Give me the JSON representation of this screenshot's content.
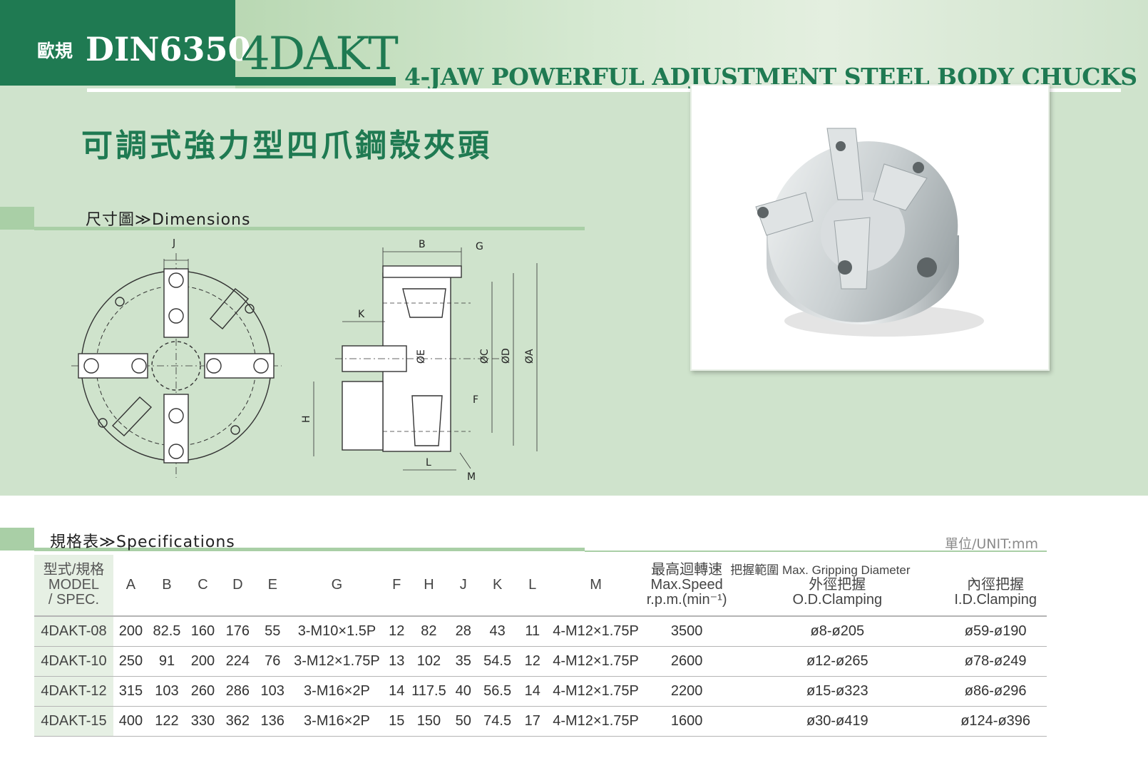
{
  "header": {
    "brand_cn": "歐規",
    "brand_din": "DIN6350",
    "model": "4DAKT",
    "subtitle_en": "4-JAW POWERFUL ADJUSTMENT STEEL BODY CHUCKS",
    "title_cn": "可調式強力型四爪鋼殼夾頭"
  },
  "dimensions_section": {
    "label": "尺寸圖≫Dimensions",
    "drawing_labels": [
      "J",
      "B",
      "G",
      "K",
      "ØE",
      "ØC",
      "ØD",
      "ØA",
      "F",
      "H",
      "L",
      "M"
    ]
  },
  "photo": {
    "icon": "chuck-photo-icon"
  },
  "specifications_section": {
    "label": "規格表≫Specifications",
    "unit": "單位/UNIT:mm"
  },
  "table": {
    "model_header": [
      "型式/規格",
      "MODEL",
      "/ SPEC."
    ],
    "columns": [
      "A",
      "B",
      "C",
      "D",
      "E",
      "G",
      "F",
      "H",
      "J",
      "K",
      "L",
      "M"
    ],
    "speed_header": [
      "最高迴轉速",
      "Max.Speed",
      "r.p.m.(min⁻¹)"
    ],
    "grip_header": "把握範圍 Max. Gripping Diameter",
    "od_header": [
      "外徑把握",
      "O.D.Clamping"
    ],
    "id_header": [
      "內徑把握",
      "I.D.Clamping"
    ],
    "rows": [
      {
        "model": "4DAKT-08",
        "A": "200",
        "B": "82.5",
        "C": "160",
        "D": "176",
        "E": "55",
        "G": "3-M10×1.5P",
        "F": "12",
        "H": "82",
        "J": "28",
        "K": "43",
        "L": "11",
        "M": "4-M12×1.75P",
        "speed": "3500",
        "od": "ø8-ø205",
        "id": "ø59-ø190"
      },
      {
        "model": "4DAKT-10",
        "A": "250",
        "B": "91",
        "C": "200",
        "D": "224",
        "E": "76",
        "G": "3-M12×1.75P",
        "F": "13",
        "H": "102",
        "J": "35",
        "K": "54.5",
        "L": "12",
        "M": "4-M12×1.75P",
        "speed": "2600",
        "od": "ø12-ø265",
        "id": "ø78-ø249"
      },
      {
        "model": "4DAKT-12",
        "A": "315",
        "B": "103",
        "C": "260",
        "D": "286",
        "E": "103",
        "G": "3-M16×2P",
        "F": "14",
        "H": "117.5",
        "J": "40",
        "K": "56.5",
        "L": "14",
        "M": "4-M12×1.75P",
        "speed": "2200",
        "od": "ø15-ø323",
        "id": "ø86-ø296"
      },
      {
        "model": "4DAKT-15",
        "A": "400",
        "B": "122",
        "C": "330",
        "D": "362",
        "E": "136",
        "G": "3-M16×2P",
        "F": "15",
        "H": "150",
        "J": "50",
        "K": "74.5",
        "L": "17",
        "M": "4-M12×1.75P",
        "speed": "1600",
        "od": "ø30-ø419",
        "id": "ø124-ø396"
      }
    ]
  },
  "colors": {
    "brand_green": "#1f7a52",
    "band": "#cfe3cc",
    "tab": "#a9cfa6"
  }
}
